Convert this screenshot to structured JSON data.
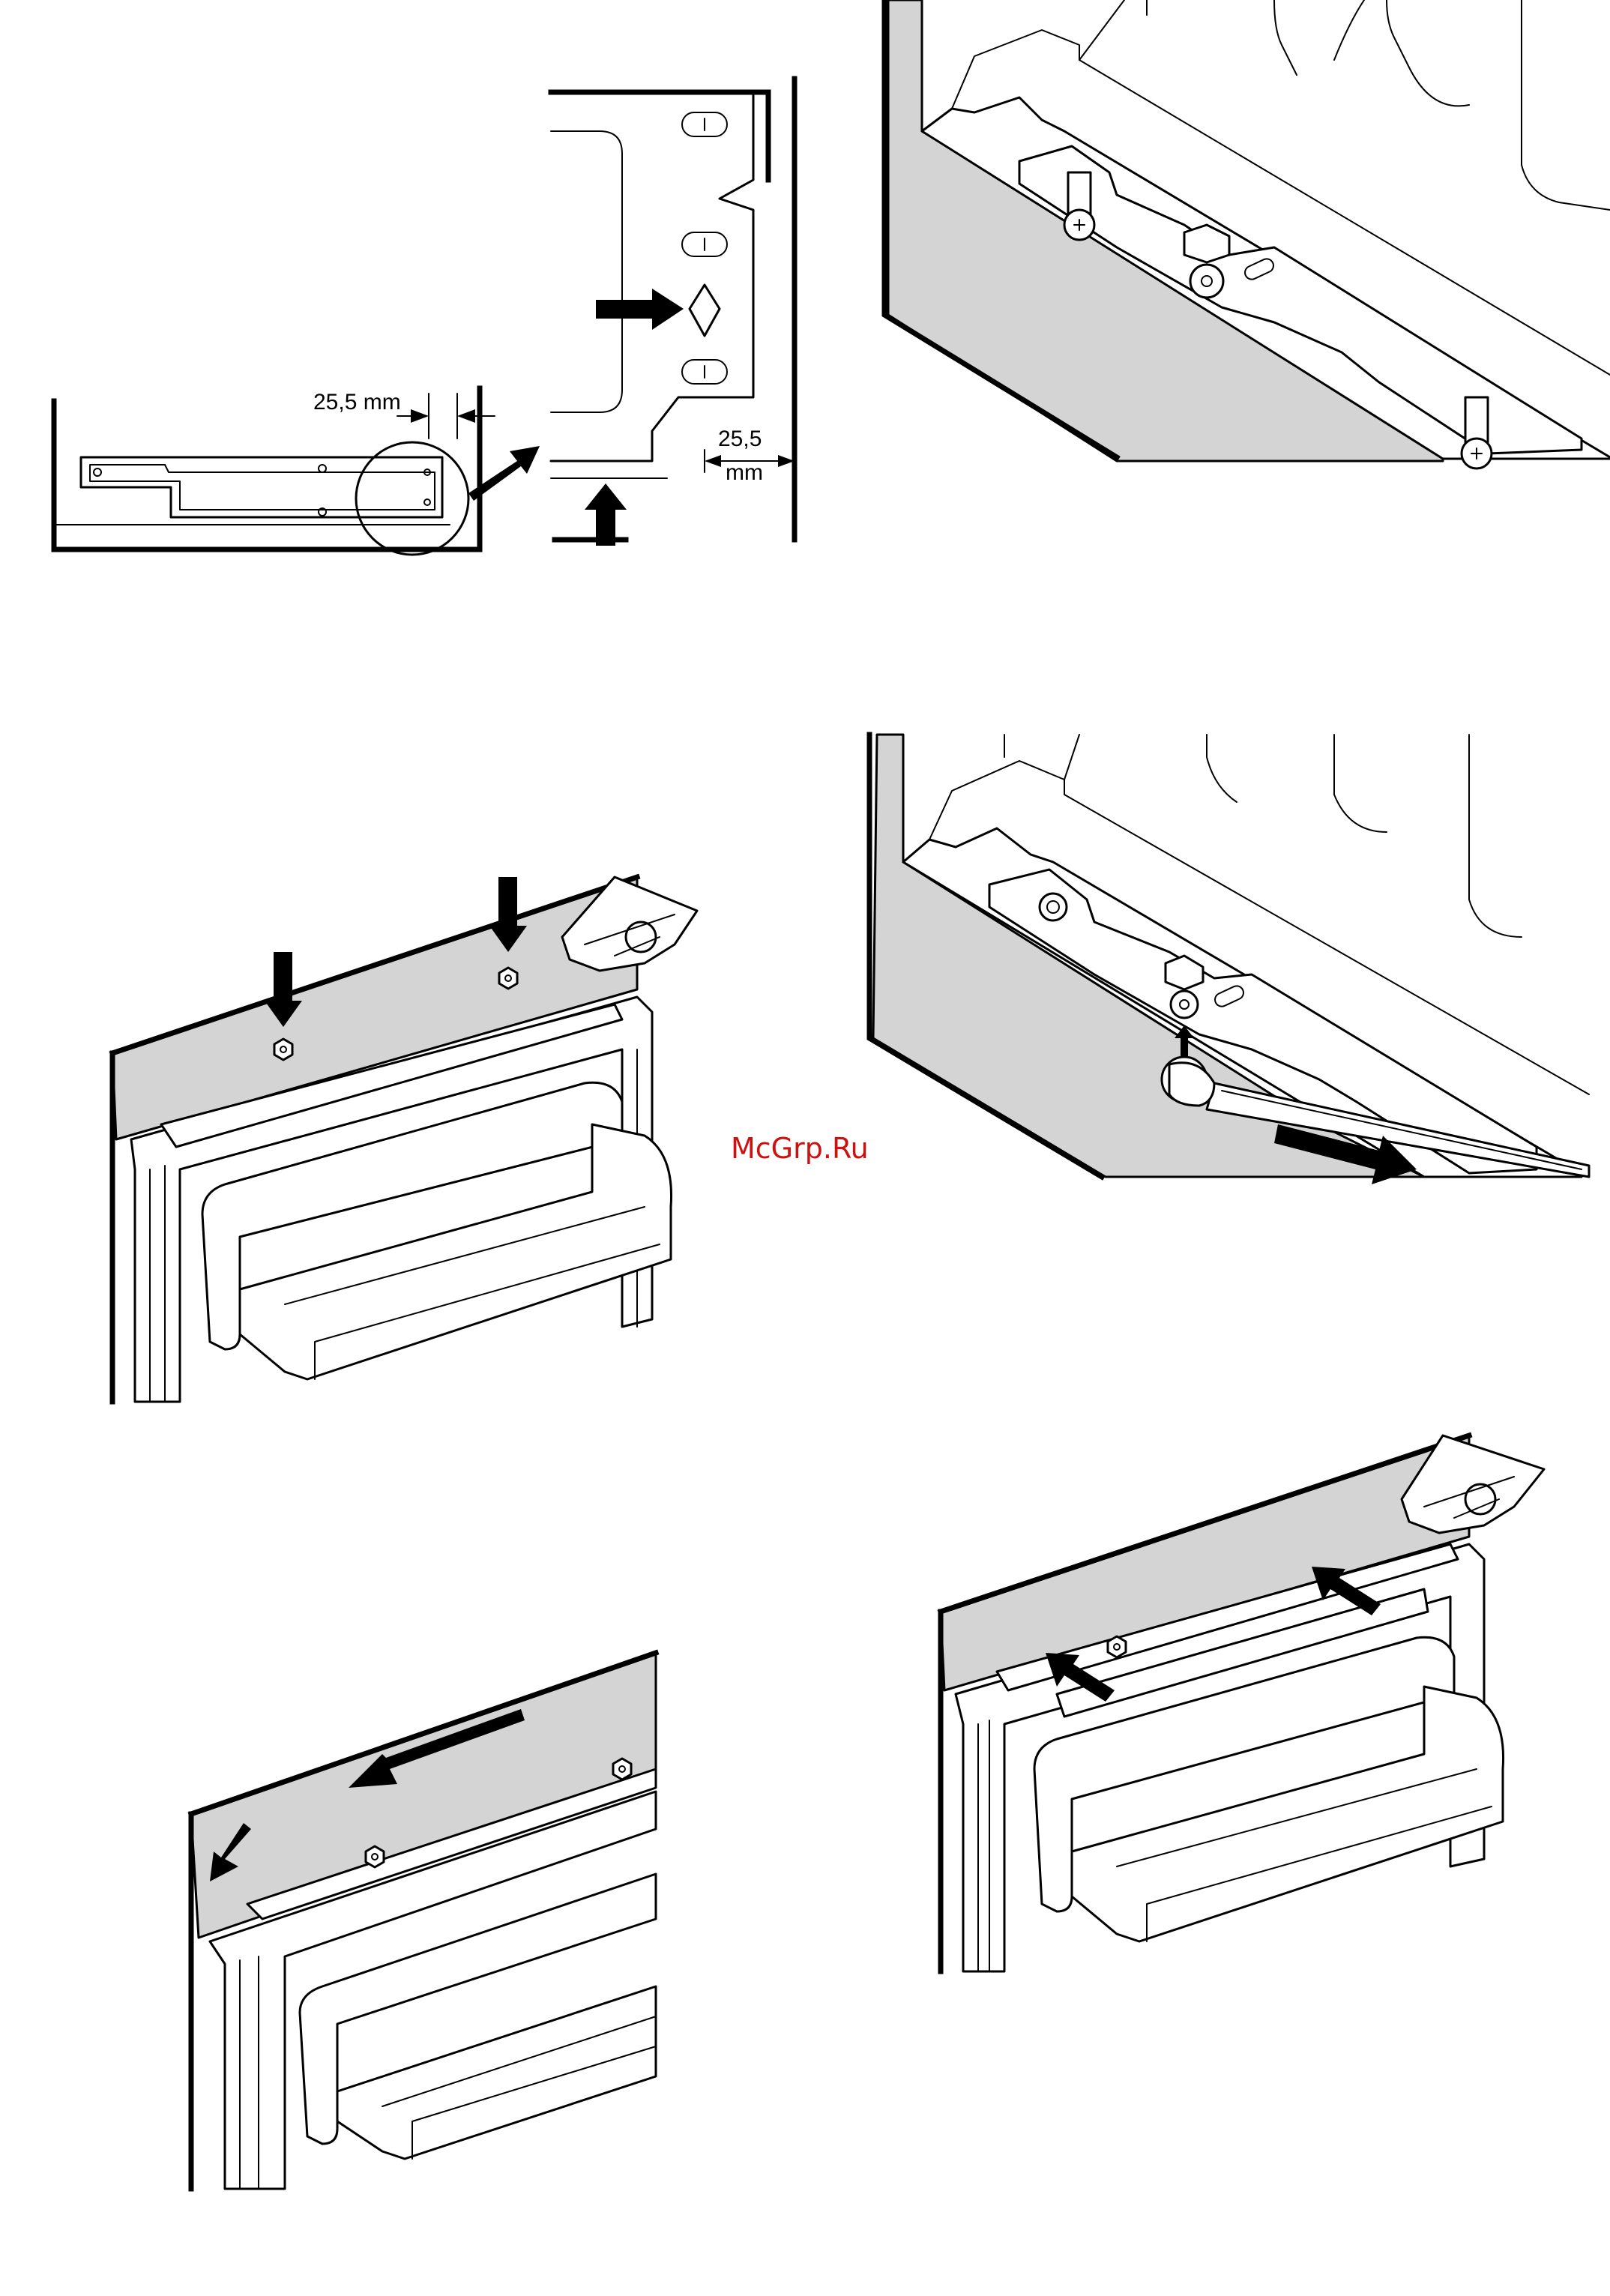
{
  "watermark": "McGrp.Ru",
  "figures": [
    {
      "id": "bracket-alignment",
      "labels": [
        "25,5 mm",
        "25,5",
        "mm"
      ]
    },
    {
      "id": "hinge-screws-underside"
    },
    {
      "id": "door-fastening-nuts"
    },
    {
      "id": "screwdriver-hinge-adjust"
    },
    {
      "id": "door-slide-left"
    },
    {
      "id": "cover-strip-fit"
    }
  ],
  "colors": {
    "line": "#000000",
    "panel_fill": "#d4d4d4",
    "watermark": "#cc1111"
  }
}
